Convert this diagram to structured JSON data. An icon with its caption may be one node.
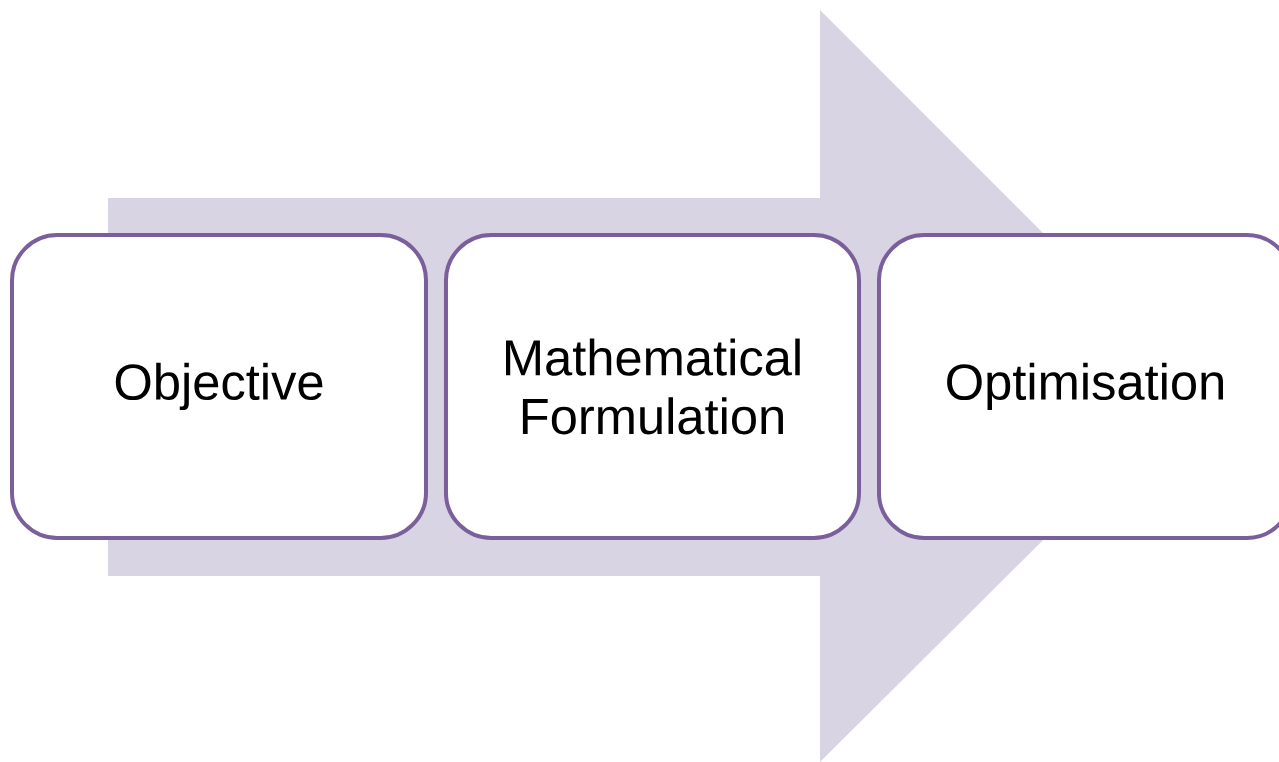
{
  "diagram": {
    "nodes": [
      {
        "text": [
          "Objective"
        ]
      },
      {
        "text": [
          "Mathematical Formulation"
        ]
      },
      {
        "text": [
          "Optimisation"
        ]
      }
    ],
    "edges": [
      {
        "from": 0,
        "to": 2,
        "arrow": "to"
      }
    ]
  }
}
